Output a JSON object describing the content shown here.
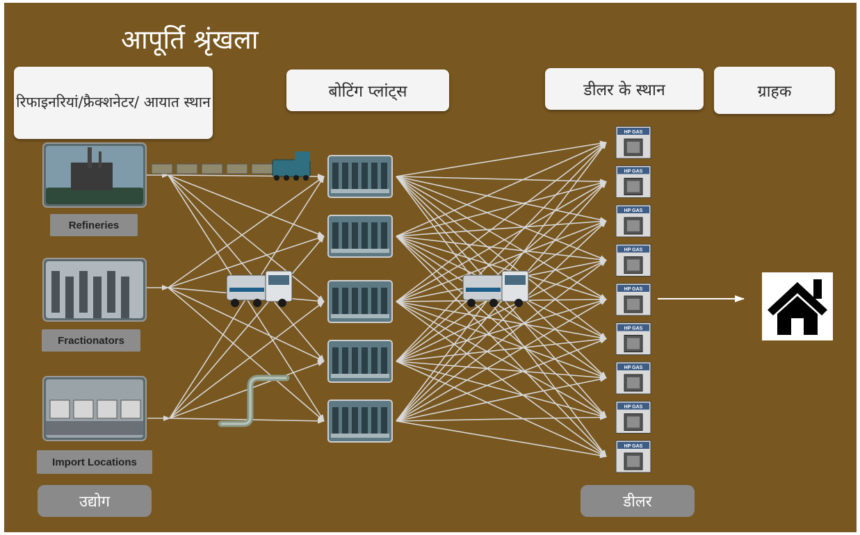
{
  "title": "आपूर्ति श्रृंखला",
  "headers": {
    "source": "रिफाइनरियां/फ्रैक्शनेटर/ आयात स्थान",
    "bottling": "बोटिंग प्लांट्स",
    "dealer_locations": "डीलर के स्थान",
    "customer": "ग्राहक"
  },
  "sources": [
    {
      "label": "Refineries",
      "icon": "refinery-image"
    },
    {
      "label": "Fractionators",
      "icon": "fractionator-image"
    },
    {
      "label": "Import Locations",
      "icon": "import-terminal-image"
    }
  ],
  "footers": {
    "industry": "उद्योग",
    "dealer": "डीलर"
  },
  "transport_icons": [
    "train-icon",
    "truck-icon",
    "pipeline-icon",
    "truck-icon"
  ],
  "bottling_plant_count": 5,
  "dealer_count": 9,
  "dealer_sign_text": "HP GAS",
  "customer_icon": "home-icon",
  "colors": {
    "background": "#785720",
    "header_box": "#f4f4f4",
    "footer_box": "#8a8a8a",
    "arrow": "#d8d8d8"
  }
}
